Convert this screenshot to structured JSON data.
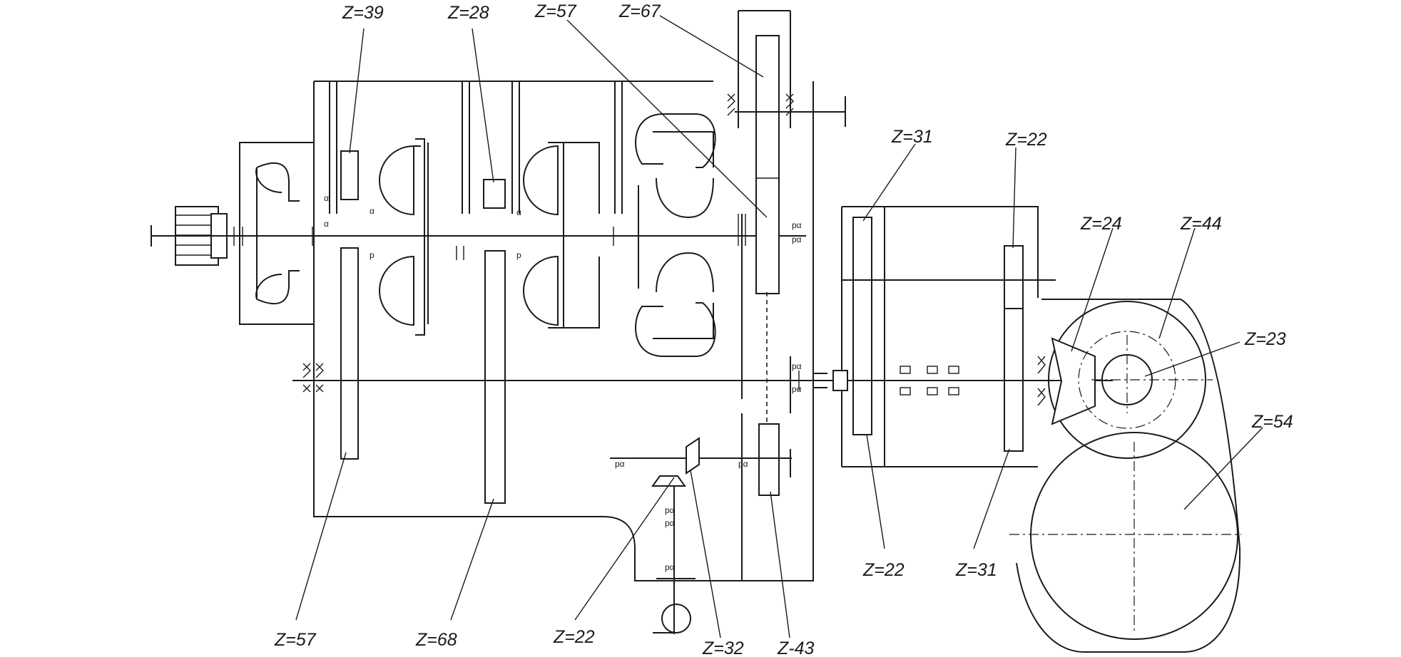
{
  "labels": {
    "z39": "Z=39",
    "z28": "Z=28",
    "z57_top": "Z=57",
    "z67": "Z=67",
    "z31_top": "Z=31",
    "z22_top": "Z=22",
    "z24": "Z=24",
    "z44": "Z=44",
    "z23": "Z=23",
    "z54": "Z=54",
    "z57_bottom": "Z=57",
    "z68": "Z=68",
    "z22_bottom_left": "Z=22",
    "z32": "Z=32",
    "z43": "Z-43",
    "z22_bottom_right": "Z=22",
    "z31_bottom": "Z=31"
  }
}
